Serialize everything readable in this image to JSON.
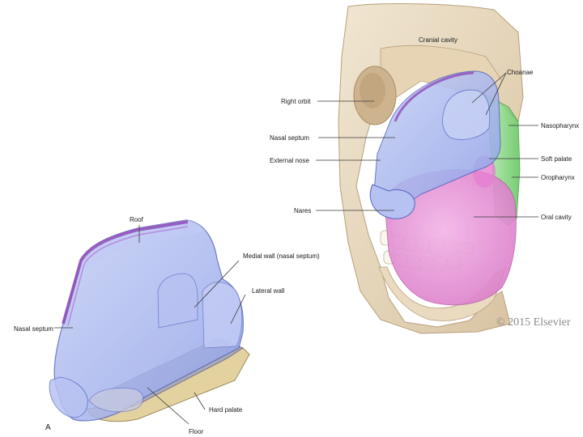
{
  "labels": {
    "cranial_cavity": "Cranial cavity",
    "choanae": "Choanae",
    "right_orbit": "Right orbit",
    "nasopharynx": "Nasopharynx",
    "nasal_septum_right": "Nasal septum",
    "external_nose": "External nose",
    "soft_palate": "Soft palate",
    "oropharynx": "Oropharynx",
    "nares": "Nares",
    "oral_cavity": "Oral cavity",
    "roof": "Roof",
    "medial_wall": "Medial wall (nasal septum)",
    "lateral_wall": "Lateral wall",
    "nasal_septum_left": "Nasal septum",
    "hard_palate": "Hard palate",
    "floor": "Floor"
  },
  "panel_label": "A",
  "copyright": "© 2015 Elsevier",
  "colors": {
    "nasal_cavity_blue": "#a9b8ef",
    "septum_purple": "#8e4bb8",
    "oral_pink": "#e48fd2",
    "pharynx_green": "#7fd27a",
    "bone": "#eadcc4",
    "palate_tan": "#e3d2a0"
  }
}
